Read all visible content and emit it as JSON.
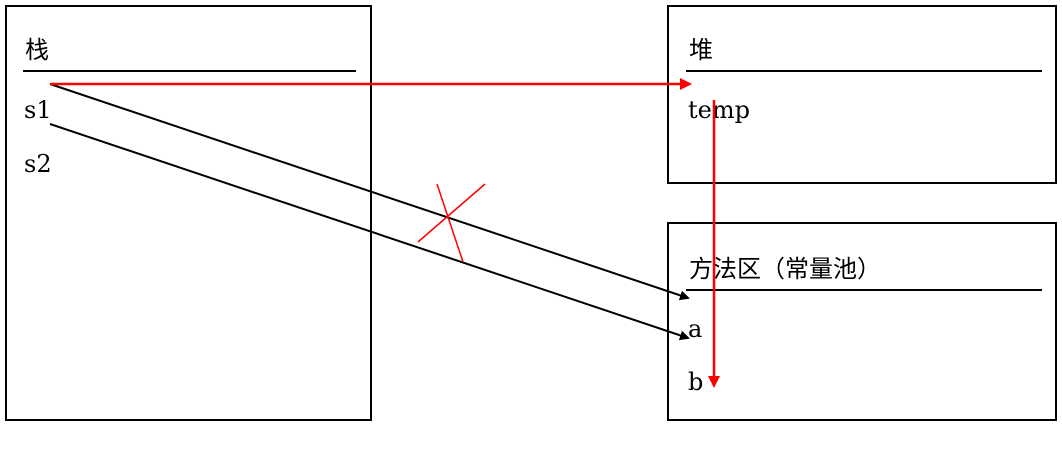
{
  "stack": {
    "title": "栈",
    "vars": [
      "s1",
      "s2"
    ]
  },
  "heap": {
    "title": "堆",
    "items": [
      "temp"
    ]
  },
  "method_area": {
    "title": "方法区（常量池）",
    "items": [
      "a",
      "b"
    ]
  },
  "colors": {
    "line": "#000000",
    "highlight": "#ff0000"
  }
}
